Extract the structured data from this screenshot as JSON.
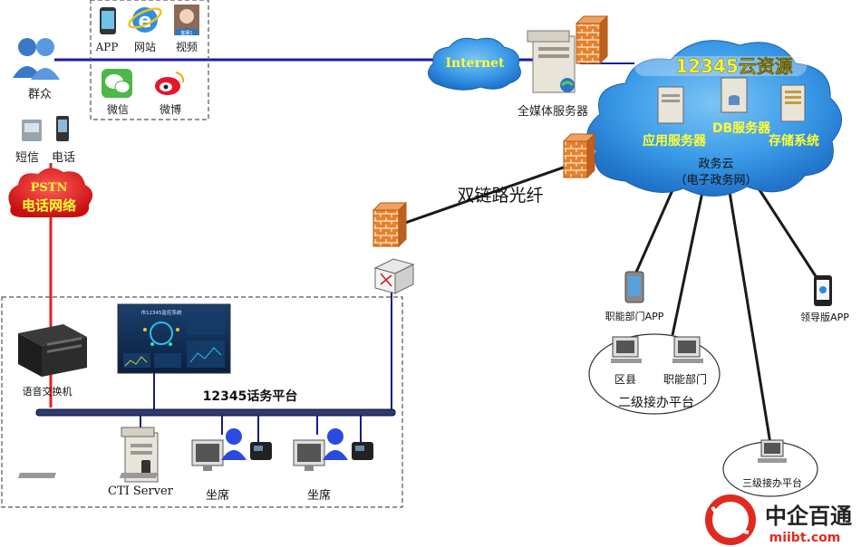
{
  "citizens": {
    "label": "群众",
    "channels": [
      "APP",
      "网站",
      "视频",
      "微信",
      "微博"
    ],
    "video_badge": "客服1",
    "sms_label": "短信",
    "phone_label": "电话"
  },
  "pstn": {
    "line1": "PSTN",
    "line2": "电话网络"
  },
  "internet": {
    "label": "Internet"
  },
  "media_server": {
    "label": "全媒体服务器"
  },
  "cloud_resource": {
    "title": "12345云资源",
    "app_server": "应用服务器",
    "db_server": "DB服务器",
    "storage": "存储系统",
    "gov_cloud": "政务云",
    "gov_cloud_sub": "（电子政务网）"
  },
  "fiber": {
    "label": "双链路光纤"
  },
  "platform": {
    "title": "12345话务平台",
    "voice_switch": "语音交换机",
    "cti_server": "CTI Server",
    "seat1": "坐席",
    "seat2": "坐席",
    "screen_title": "市12345监控系统"
  },
  "second_level": {
    "dept_app": "职能部门APP",
    "district": "区县",
    "dept": "职能部门",
    "title": "二级接办平台"
  },
  "leader_app": {
    "label": "领导版APP"
  },
  "third_level": {
    "title": "三级接办平台"
  },
  "watermark": {
    "brand": "中企百通",
    "url": "miibt.com"
  },
  "colors": {
    "fiber_line": "#1a1a1a",
    "internet_line": "#1a1aa8",
    "pstn_line": "#e02020",
    "cloud_fill": "#3b9be8",
    "cloud_text": "#ffff33",
    "brand_red": "#e02a20"
  }
}
